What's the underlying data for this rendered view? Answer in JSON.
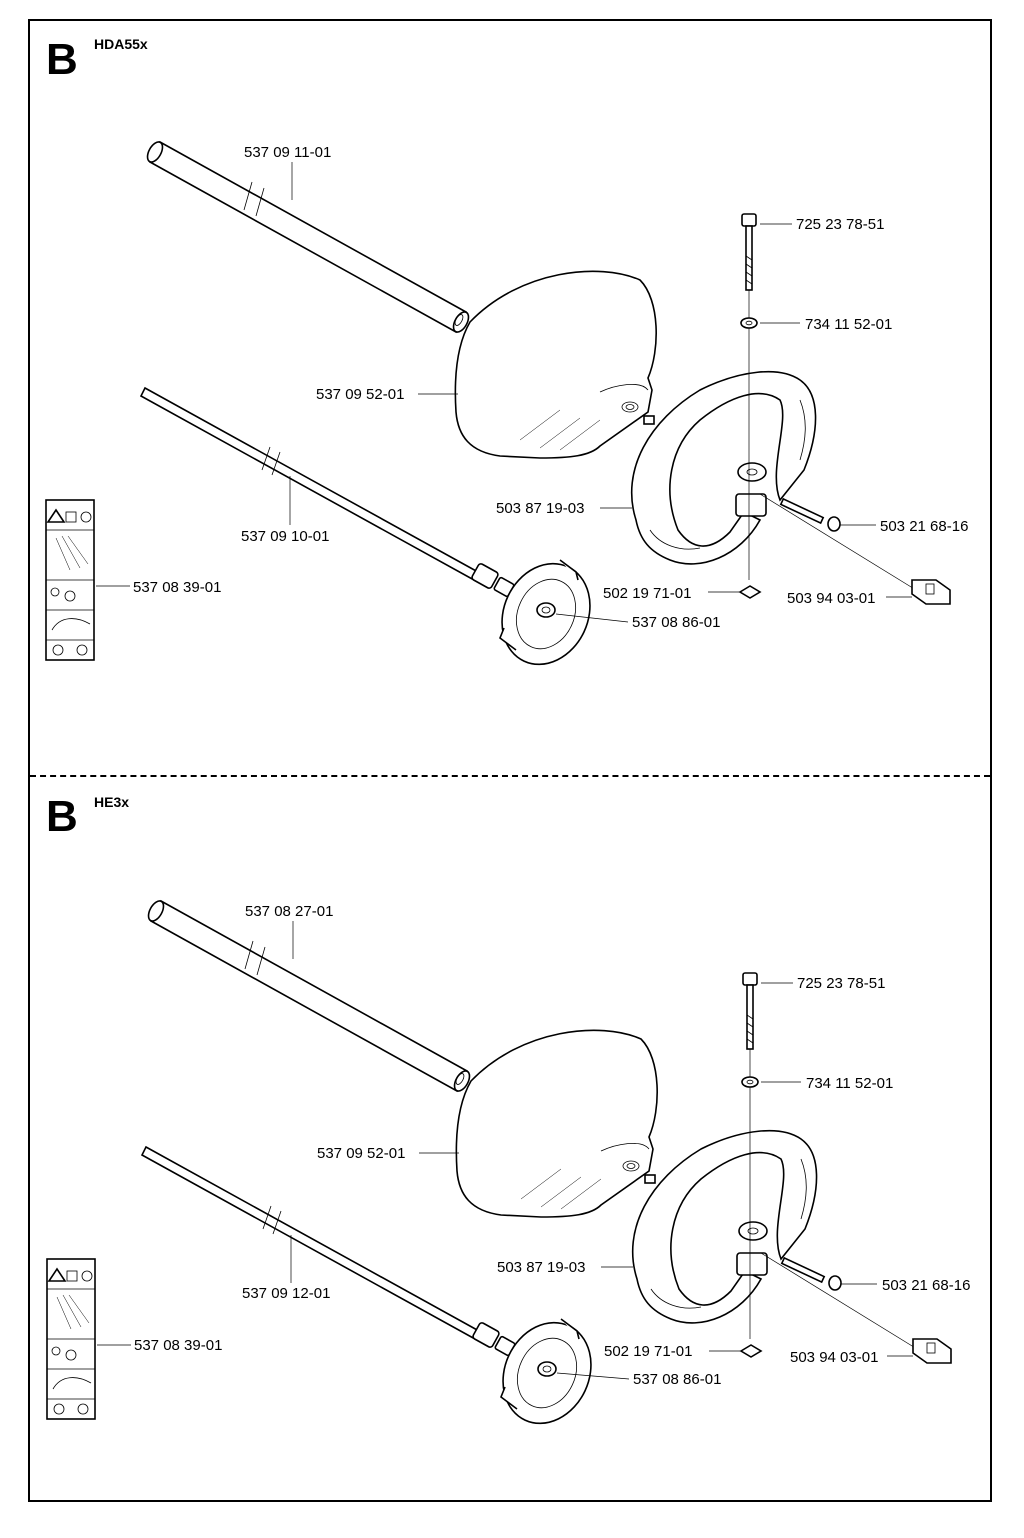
{
  "sections": [
    {
      "letter": "B",
      "model": "HDA55x",
      "parts": {
        "tube": "537 09 11-01",
        "guard": "537 09 52-01",
        "shaft": "537 09 10-01",
        "decal": "537 08 39-01",
        "bolt": "725 23 78-51",
        "washer": "734 11 52-01",
        "handle": "503 87 19-03",
        "screw": "503 21 68-16",
        "nut": "502 19 71-01",
        "clamp": "503 94 03-01",
        "hub": "537 08 86-01"
      }
    },
    {
      "letter": "B",
      "model": "HE3x",
      "parts": {
        "tube": "537 08 27-01",
        "guard": "537 09 52-01",
        "shaft": "537 09 12-01",
        "decal": "537 08 39-01",
        "bolt": "725 23 78-51",
        "washer": "734 11 52-01",
        "handle": "503 87 19-03",
        "screw": "503 21 68-16",
        "nut": "502 19 71-01",
        "clamp": "503 94 03-01",
        "hub": "537 08 86-01"
      }
    }
  ]
}
